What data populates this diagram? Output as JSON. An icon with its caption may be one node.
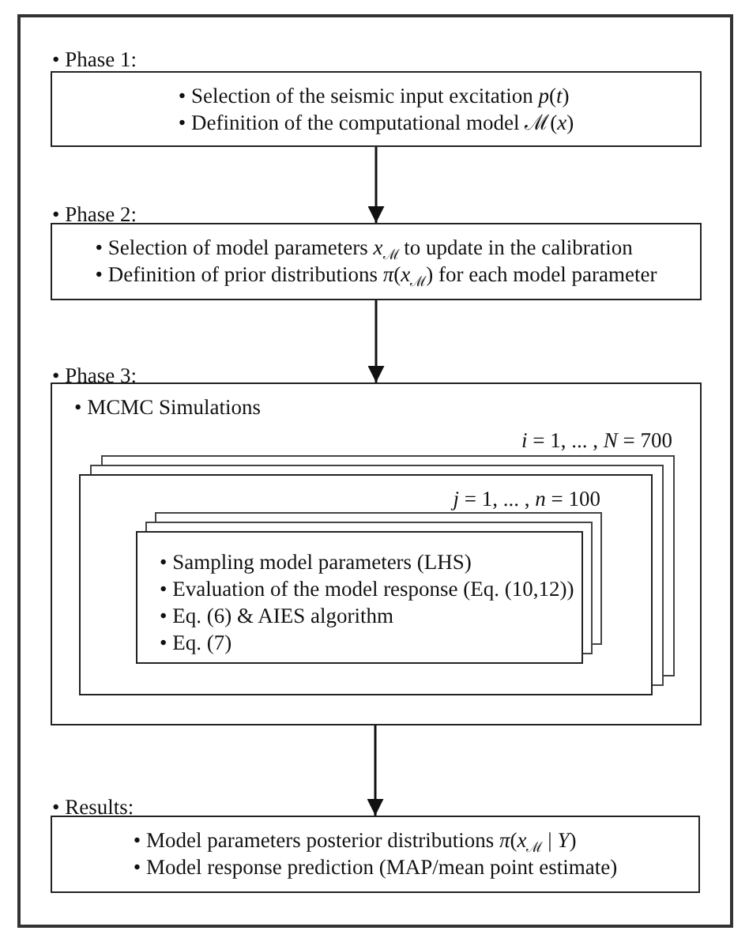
{
  "diagram": {
    "nodes": [
      {
        "text": [],
        "shape": "box"
      },
      {
        "text": [
          "• Selection of the seismic input excitation *p*(*t*)",
          "• Definition of the computational model ℳ(*x*)"
        ],
        "in": 0
      },
      {
        "text": [
          "• Selection of model parameters *x*$_{ℳ}$ to update in the calibration",
          "• Definition of prior distributions *π*(*x*$_{ℳ}$) for each model parameter"
        ],
        "in": 0
      },
      {
        "text": [
          "• MCMC Simulations"
        ],
        "in": 0
      },
      {
        "text": [
          "*i* = 1, ... , *N* = 700"
        ],
        "in": 3
      },
      {
        "text": [
          "*j* = 1, ... , *n* = 100",
          "• Sampling model parameters (LHS)",
          "• Evaluation of the model response (Eq. (10,12))",
          "• Eq. (6) & AIES algorithm",
          "• Eq. (7)"
        ],
        "in": 4
      },
      {
        "text": [
          "• Model parameters posterior distributions *π*(*x*$_{ℳ}$ | *Y*)",
          "• Model response prediction (MAP/mean point estimate)"
        ],
        "in": 0
      }
    ],
    "edges": [
      {
        "from": 1,
        "to": 2,
        "arrow": "to"
      },
      {
        "from": 2,
        "to": 3,
        "arrow": "to"
      },
      {
        "from": 3,
        "to": 6,
        "arrow": "to"
      }
    ],
    "labels": [
      "• Phase 1:",
      "• Phase 2:",
      "• Phase 3:",
      "• Results:"
    ]
  }
}
